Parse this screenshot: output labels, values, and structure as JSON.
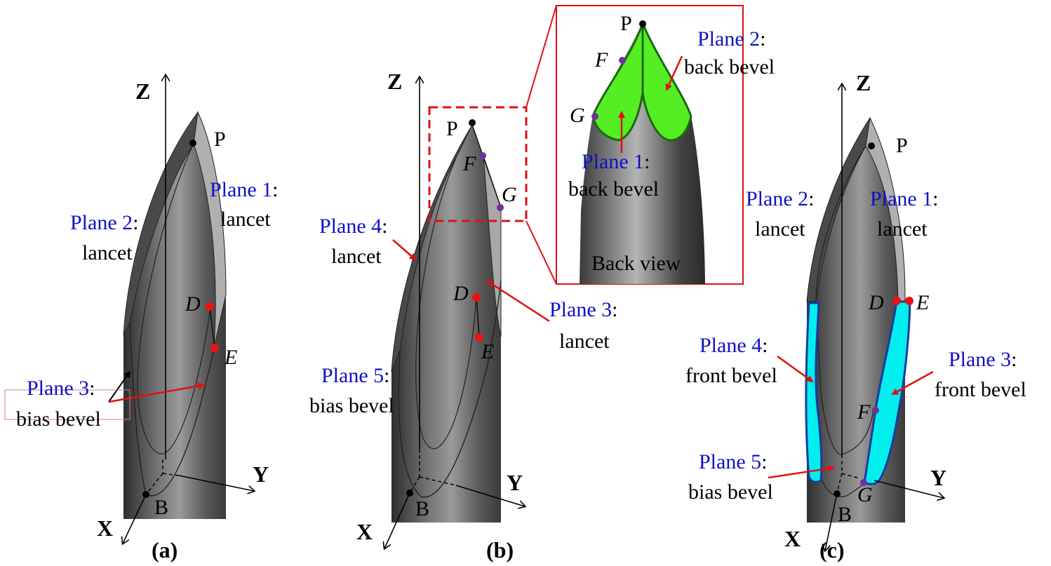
{
  "figure": {
    "colors": {
      "plane_label": "#1010c8",
      "arrow": "#e01010",
      "point_red": "#ee1111",
      "point_purple": "#7030a0",
      "back_bevel_fill": "#55ee22",
      "back_bevel_stroke": "#1a6a10",
      "front_bevel_fill": "#00eeee",
      "front_bevel_stroke": "#1a3aa0",
      "needle_dark": "#3a3a3a",
      "needle_light": "#a8a8a8",
      "zoom_box": "#e01010"
    },
    "panels": [
      {
        "caption": "(a)",
        "axes": {
          "x": "X",
          "y": "Y",
          "z": "Z"
        },
        "points": {
          "P": "P",
          "D": "D",
          "E": "E",
          "B": "B"
        },
        "labels": [
          {
            "plane": "Plane 1",
            "type": "lancet"
          },
          {
            "plane": "Plane 2",
            "type": "lancet"
          },
          {
            "plane": "Plane 3",
            "type": "bias bevel"
          }
        ]
      },
      {
        "caption": "(b)",
        "axes": {
          "x": "X",
          "y": "Y",
          "z": "Z"
        },
        "points": {
          "P": "P",
          "F": "F",
          "G": "G",
          "D": "D",
          "E": "E",
          "B": "B"
        },
        "labels": [
          {
            "plane": "Plane 4",
            "type": "lancet"
          },
          {
            "plane": "Plane 3",
            "type": "lancet"
          },
          {
            "plane": "Plane 5",
            "type": "bias bevel"
          }
        ],
        "inset": {
          "title": "Back view",
          "points": {
            "P": "P",
            "F": "F",
            "G": "G"
          },
          "labels": [
            {
              "plane": "Plane 2",
              "type": "back bevel"
            },
            {
              "plane": "Plane 1",
              "type": "back bevel"
            }
          ]
        }
      },
      {
        "caption": "(c)",
        "axes": {
          "x": "X",
          "y": "Y",
          "z": "Z"
        },
        "points": {
          "P": "P",
          "D": "D",
          "E": "E",
          "F": "F",
          "G": "G",
          "B": "B"
        },
        "labels": [
          {
            "plane": "Plane 2",
            "type": "lancet"
          },
          {
            "plane": "Plane 1",
            "type": "lancet"
          },
          {
            "plane": "Plane 4",
            "type": "front bevel"
          },
          {
            "plane": "Plane 3",
            "type": "front bevel"
          },
          {
            "plane": "Plane 5",
            "type": "bias bevel"
          }
        ]
      }
    ],
    "colon": ":"
  }
}
